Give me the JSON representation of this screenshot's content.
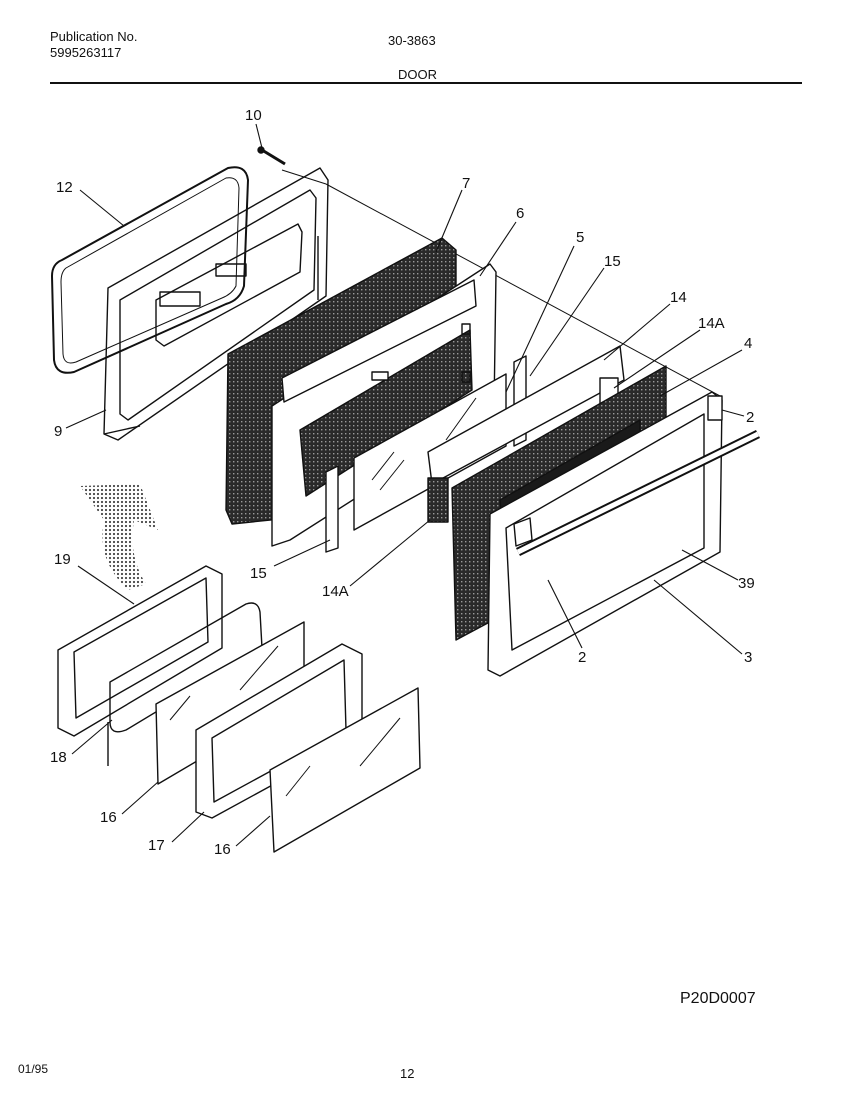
{
  "header": {
    "publication_label": "Publication No.",
    "publication_number": "5995263117",
    "model_number": "30-3863",
    "section_title": "DOOR"
  },
  "callouts": {
    "c10": "10",
    "c12": "12",
    "c9": "9",
    "c7": "7",
    "c6": "6",
    "c5": "5",
    "c15_top": "15",
    "c14": "14",
    "c14a_top": "14A",
    "c4": "4",
    "c2_right": "2",
    "c15_left": "15",
    "c14a_bottom": "14A",
    "c39": "39",
    "c2_bottom": "2",
    "c3": "3",
    "c19": "19",
    "c18": "18",
    "c16_left": "16",
    "c17": "17",
    "c16_bottom": "16"
  },
  "footer": {
    "diagram_code": "P20D0007",
    "date_code": "01/95",
    "page_number": "12"
  }
}
